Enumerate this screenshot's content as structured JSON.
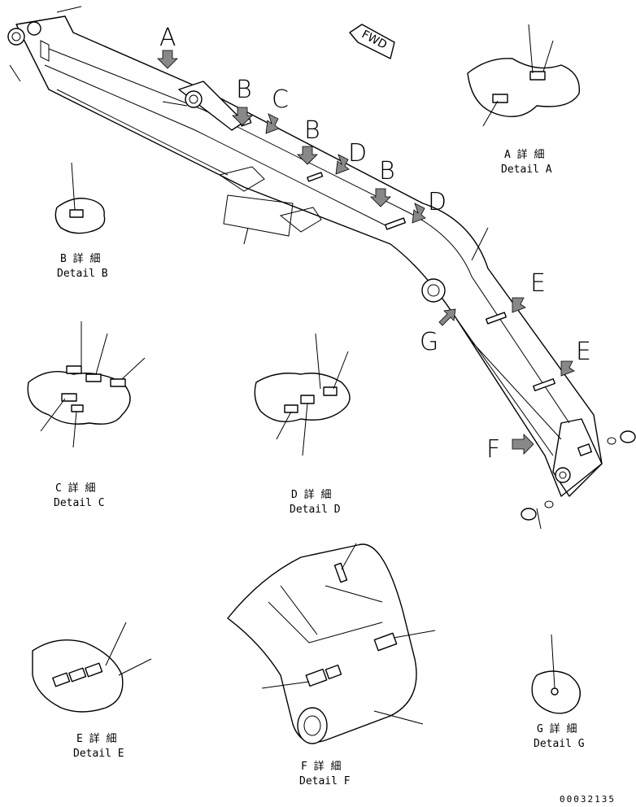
{
  "markers": {
    "a": "A",
    "b": "B",
    "c": "C",
    "d": "D",
    "e": "E",
    "f": "F",
    "g": "G"
  },
  "fwd_label": "FWD",
  "details": {
    "a": {
      "jp": "A 詳 細",
      "en": "Detail A"
    },
    "b": {
      "jp": "B 詳 細",
      "en": "Detail B"
    },
    "c": {
      "jp": "C 詳 細",
      "en": "Detail C"
    },
    "d": {
      "jp": "D 詳 細",
      "en": "Detail D"
    },
    "e": {
      "jp": "E 詳 細",
      "en": "Detail E"
    },
    "f": {
      "jp": "F 詳 細",
      "en": "Detail F"
    },
    "g": {
      "jp": "G 詳 細",
      "en": "Detail G"
    }
  },
  "drawing_number": "00032135"
}
